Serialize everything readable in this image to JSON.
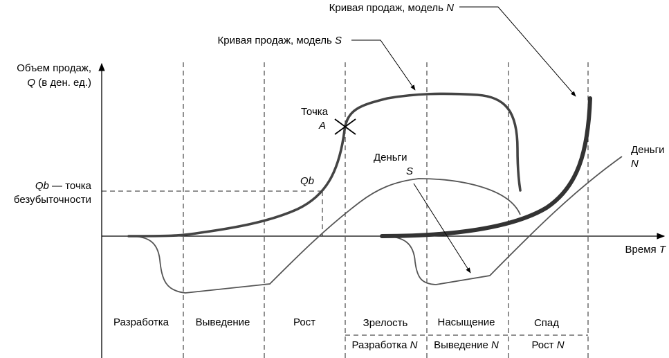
{
  "axes": {
    "y_label_line1": "Объем продаж,",
    "y_label_q": "Q",
    "y_label_line2_rest": " (в ден. ед.)",
    "x_label": "Время ",
    "x_label_var": "T"
  },
  "breakeven": {
    "qb": "Qb",
    "line1_rest": " — точка",
    "line2": "безубыточности",
    "curve_label": "Qb"
  },
  "point_a": {
    "line1": "Точка",
    "line2": "A"
  },
  "callouts": {
    "sales_n_prefix": "Кривая продаж, модель ",
    "sales_n_var": "N",
    "sales_s_prefix": "Кривая продаж, модель ",
    "sales_s_var": "S",
    "money_s_line1": "Деньги",
    "money_s_line2": "S",
    "money_n_line1": "Деньги",
    "money_n_line2": "N"
  },
  "phases": [
    "Разработка",
    "Выведение",
    "Рост",
    "Зрелость",
    "Насыщение",
    "Спад"
  ],
  "phases_n": [
    {
      "prefix": "Разработка ",
      "var": "N"
    },
    {
      "prefix": "Выведение ",
      "var": "N"
    },
    {
      "prefix": "Рост ",
      "var": "N"
    }
  ]
}
